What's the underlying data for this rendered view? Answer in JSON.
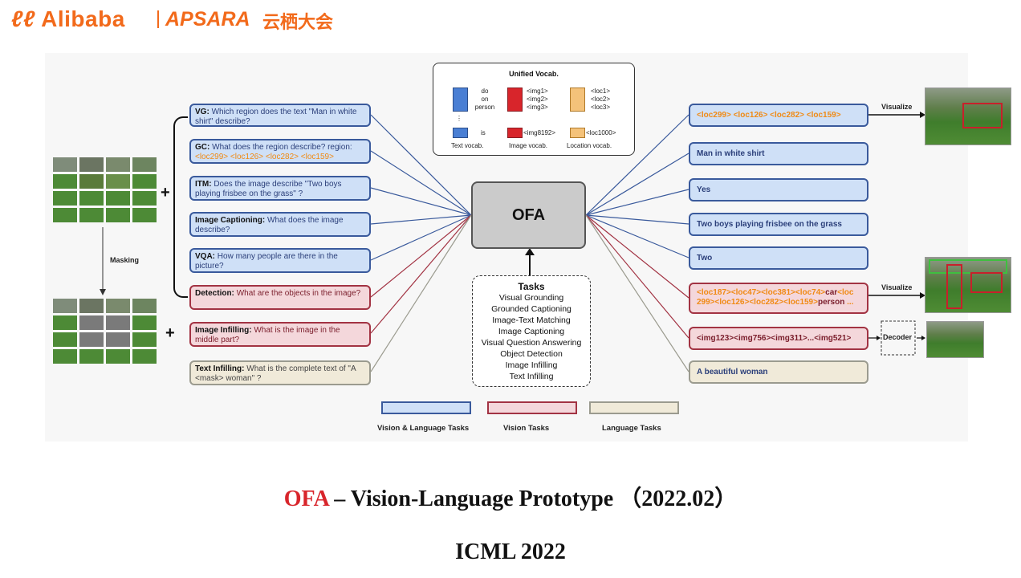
{
  "header": {
    "brand_alibaba": "Alibaba",
    "brand_apsara": "APSARA",
    "brand_cn": "云栖大会"
  },
  "vocab": {
    "title": "Unified Vocab.",
    "text_tokens": [
      "do",
      "on",
      "person",
      "is"
    ],
    "image_tokens": [
      "<img1>",
      "<img2>",
      "<img3>",
      "<img8192>"
    ],
    "location_tokens": [
      "<loc1>",
      "<loc2>",
      "<loc3>",
      "<loc1000>"
    ],
    "text_label": "Text vocab.",
    "image_label": "Image vocab.",
    "location_label": "Location vocab."
  },
  "inputs": [
    {
      "key": "VG:",
      "text": "Which region does the text \"Man in white shirt\" describe?"
    },
    {
      "key": "GC:",
      "text": "What does the region describe? region:",
      "loc": "<loc299> <loc126> <loc282> <loc159>"
    },
    {
      "key": "ITM:",
      "text": "Does the image describe \"Two boys playing frisbee on the grass\" ?"
    },
    {
      "key": "Image Captioning:",
      "text": "What does the image describe?"
    },
    {
      "key": "VQA:",
      "text": "How many people are there in the picture?"
    },
    {
      "key": "Detection:",
      "text": "What are the objects in the image?"
    },
    {
      "key": "Image Infilling:",
      "text": "What is the image in the middle part?"
    },
    {
      "key": "Text Infilling:",
      "text": "What is the complete text of \"A <mask> woman\" ?"
    }
  ],
  "masking_label": "Masking",
  "plus": "+",
  "model_name": "OFA",
  "tasks": {
    "title": "Tasks",
    "items": [
      "Visual Grounding",
      "Grounded Captioning",
      "Image-Text Matching",
      "Image Captioning",
      "Visual Question Answering",
      "Object Detection",
      "Image Infilling",
      "Text Infilling"
    ]
  },
  "outputs": [
    {
      "loc": "<loc299> <loc126> <loc282> <loc159>"
    },
    {
      "text": "Man in white shirt"
    },
    {
      "text": "Yes"
    },
    {
      "text": "Two boys playing frisbee on the grass"
    },
    {
      "text": "Two"
    },
    {
      "loc1": "<loc187><loc47><loc381><loc74>",
      "w1": "car",
      "loc2": "<loc",
      "loc3": "299><loc126><loc282><loc159>",
      "w2": "person",
      "ellipsis": " ..."
    },
    {
      "text": "<img123><img756><img311>...<img521>"
    },
    {
      "text": "A beautiful woman"
    }
  ],
  "visualize_label": "Visualize",
  "decoder_label": "Decoder",
  "legend": [
    {
      "label": "Vision & Language Tasks",
      "color": "#cfe0f7",
      "border": "#3a5a9c"
    },
    {
      "label": "Vision Tasks",
      "color": "#f4d7db",
      "border": "#a23343"
    },
    {
      "label": "Language Tasks",
      "color": "#f0ead9",
      "border": "#9b9b8f"
    }
  ],
  "title": {
    "ofa": "OFA",
    "rest": " – Vision-Language Prototype （2022.02）",
    "venue": "ICML 2022"
  }
}
